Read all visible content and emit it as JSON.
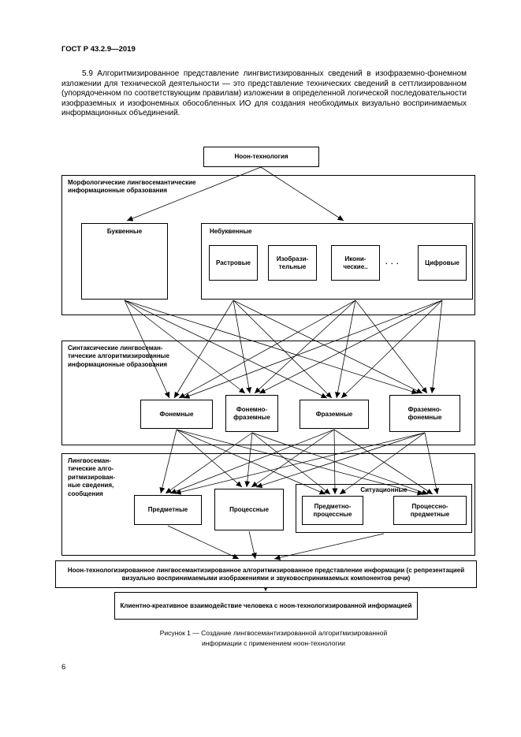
{
  "page": {
    "header": "ГОСТ Р 43.2.9—2019",
    "page_number": "6",
    "paragraph": "5.9 Алгоритмизированное представление лингвистизированных сведений в изофраземно-фонемном изложении для технической деятельности — это представление технических сведений в сеттлизированном (упорядоченном по соответствующим правилам) изложении в определенной логической последовательности изофраземных и изофонемных обособленных ИО для создания необходимых визуально воспринимаемых информационных объединений.",
    "figure_caption": "Рисунок 1 — Создание лингвосемантизированной алгоритмизированной информации с применением ноон-технологии"
  },
  "diagram": {
    "noon_technology": "Ноон-технология",
    "morphological_group": "Морфологические лингвосемантические информационные образования",
    "letter": "Буквенные",
    "non_letter": "Небуквенные",
    "raster": "Растровые",
    "pictorial": "Изобрази-тельные",
    "iconic": "Икони-ческие..",
    "ellipsis": ". . .",
    "digital": "Цифровые",
    "syntactic_group": "Синтаксические лингвосеман-тические алгоритмизированные информационные образования",
    "phonemic": "Фонемные",
    "phonemic_phrasemic": "Фонемно-фраземные",
    "phrasemic": "Фраземные",
    "phrasemic_phonemic": "Фраземно-фонемные",
    "lingvosemantic_group": "Лингвосеман-тические алго-ритмизирован-ные сведения, сообщения",
    "subject": "Предметные",
    "process": "Процессные",
    "situational": "Ситуационные",
    "subject_process": "Предметно-процессные",
    "process_subject": "Процессно-предметные",
    "noon_representation": "Ноон-технологизированное лингвосемантизированное алгоритмизированное представление информации (с репрезентацией визуально воспринимаемыми изображениями и звуковоспринимаемых компонентов речи)",
    "client_interaction": "Клиентно-креативное взаимодействие человека с ноон-технологизированной информацией"
  }
}
